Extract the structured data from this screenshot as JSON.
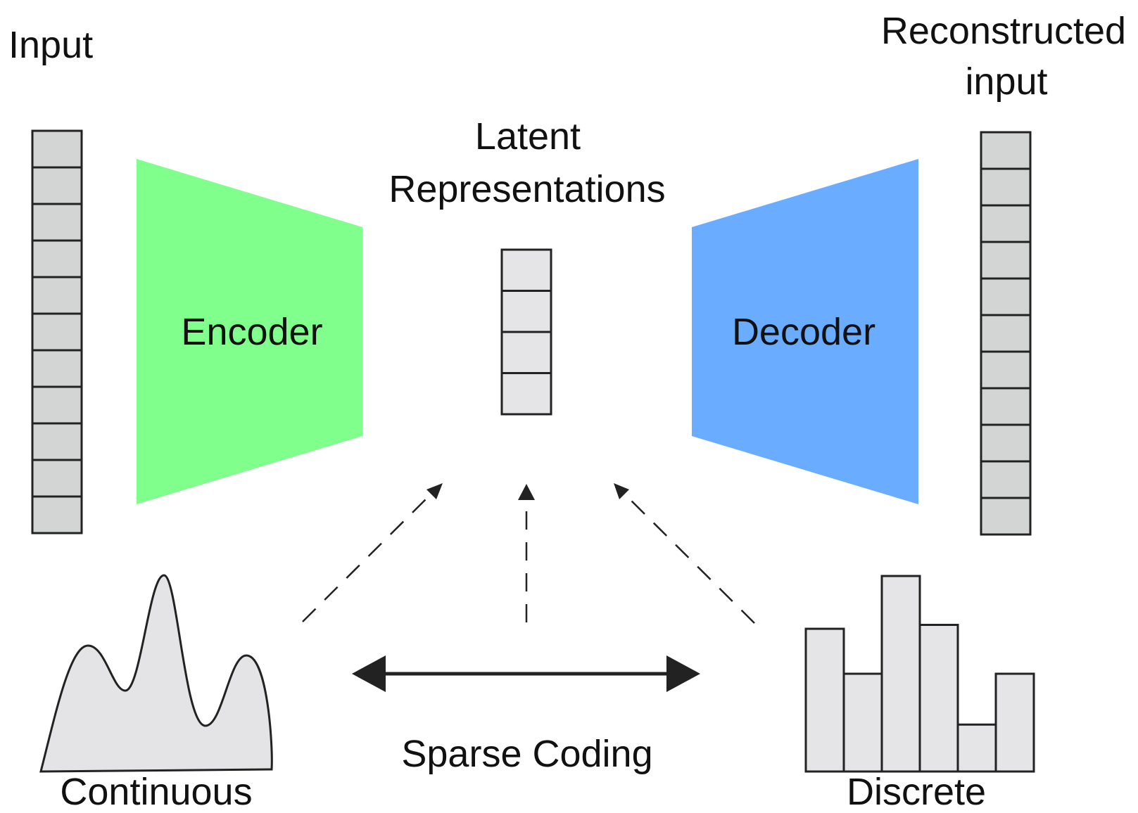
{
  "labels": {
    "input": "Input",
    "reconstructed_line1": "Reconstructed",
    "reconstructed_line2": "input",
    "latent_line1": "Latent",
    "latent_line2": "Representations",
    "encoder": "Encoder",
    "decoder": "Decoder",
    "sparse_coding": "Sparse Coding",
    "continuous": "Continuous",
    "discrete": "Discrete"
  },
  "vectors": {
    "input_cells": 11,
    "reconstructed_cells": 11,
    "latent_cells": 4
  },
  "histogram": {
    "relative_heights": [
      0.73,
      0.5,
      1.0,
      0.75,
      0.24,
      0.5
    ]
  },
  "colors": {
    "encoder": "#80ff8c",
    "decoder": "#6aacff",
    "vector_cell": "#d3d5d4",
    "latent_cell": "#e5e5e7",
    "distribution_fill": "#e4e4e6",
    "stroke": "#222222"
  }
}
